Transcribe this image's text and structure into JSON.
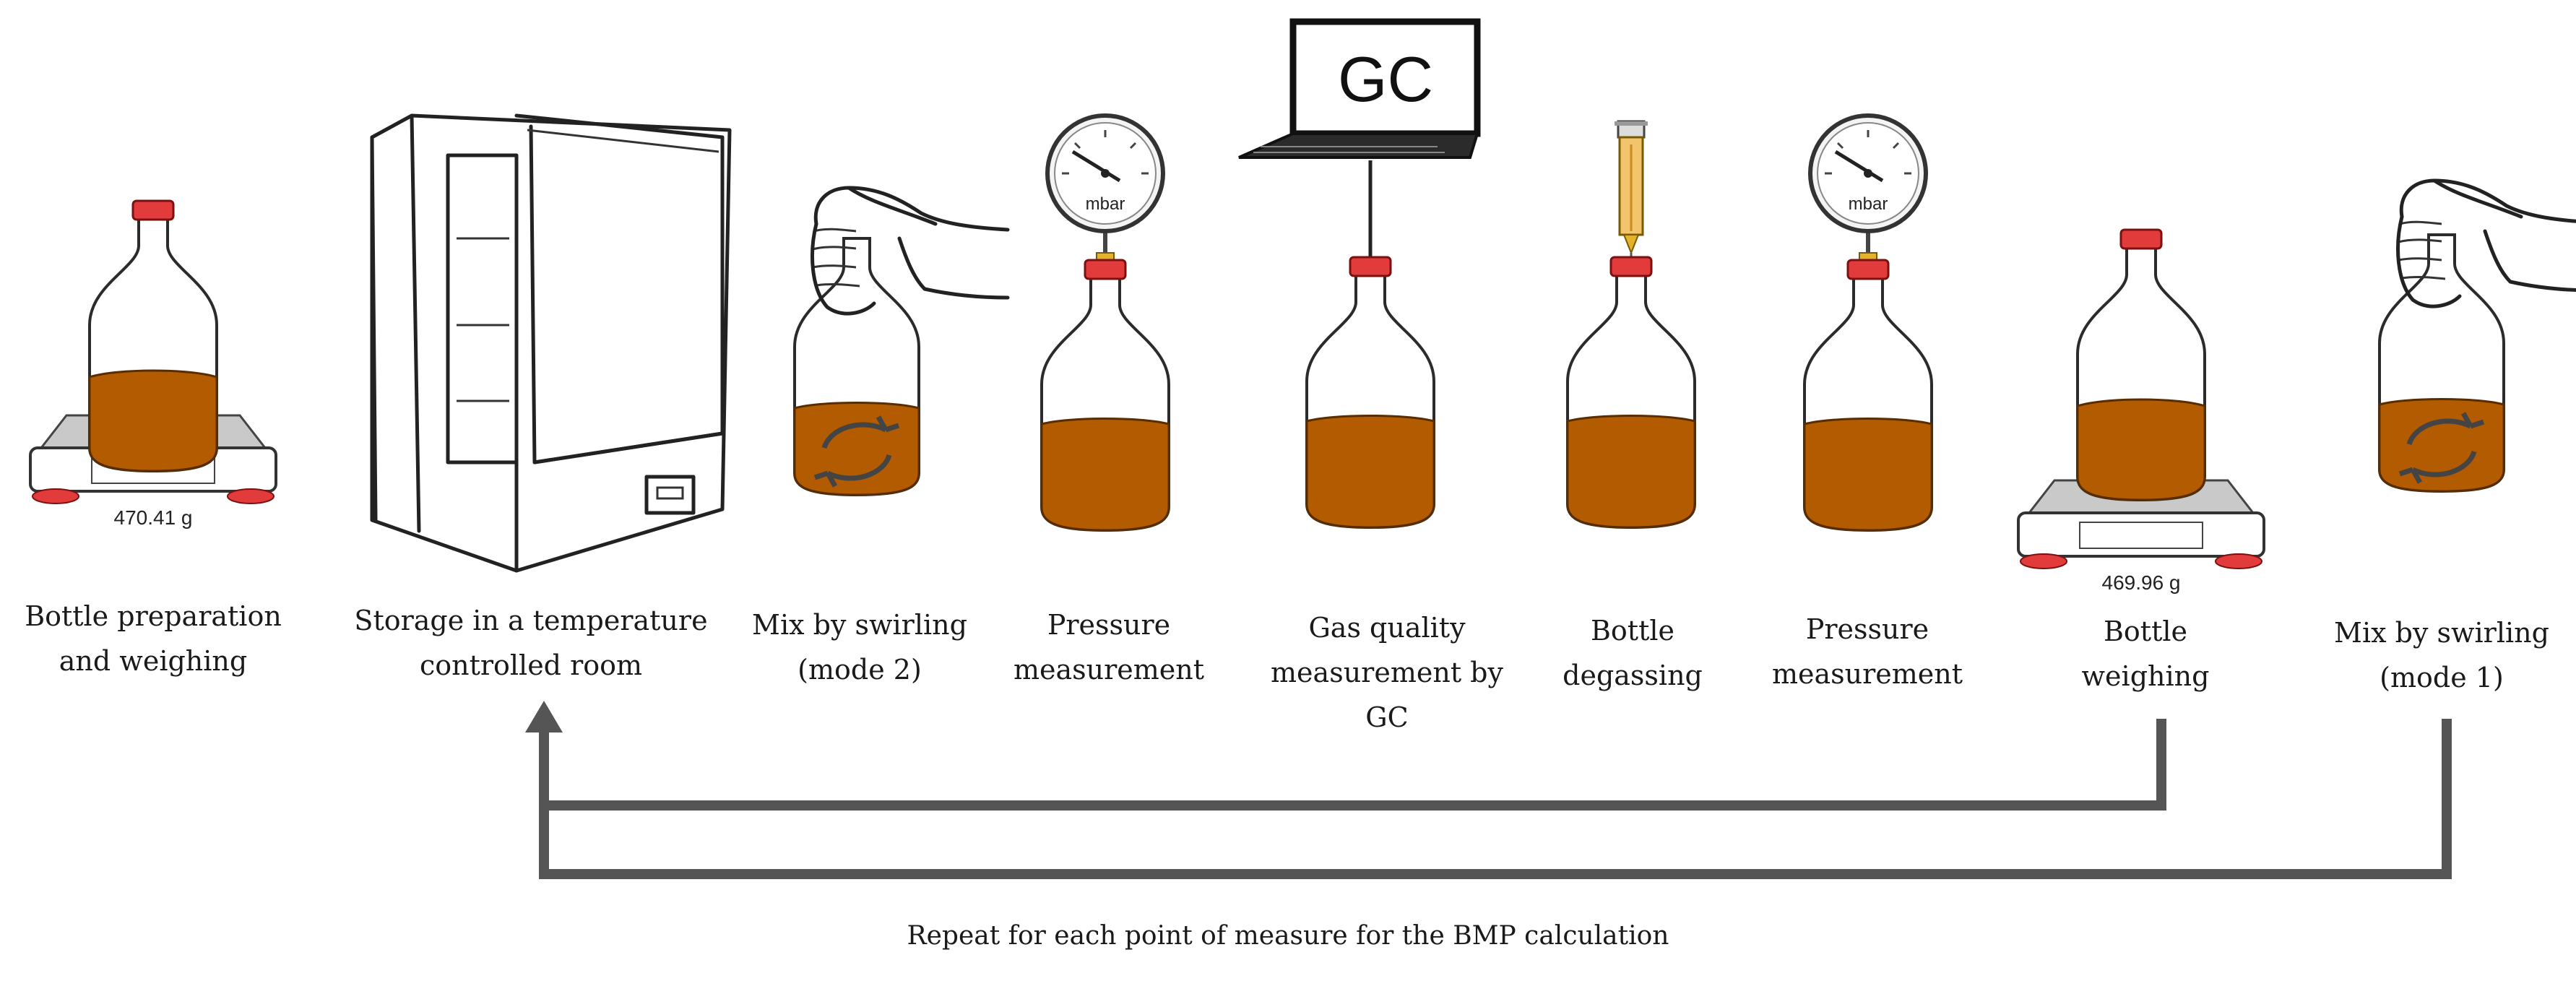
{
  "steps": [
    {
      "label": "Bottle preparation\nand weighing",
      "scale_reading": "470.41 g"
    },
    {
      "label": "Storage in a temperature\ncontrolled room"
    },
    {
      "label": "Mix by swirling\n(mode 2)"
    },
    {
      "label": "Pressure\nmeasurement",
      "gauge_unit": "mbar"
    },
    {
      "label": "Gas quality\nmeasurement by GC",
      "screen_text": "GC"
    },
    {
      "label": "Bottle\ndegassing"
    },
    {
      "label": "Pressure\nmeasurement",
      "gauge_unit": "mbar"
    },
    {
      "label": "Bottle\nweighing",
      "scale_reading": "469.96 g"
    },
    {
      "label": "Mix by swirling\n(mode 1)"
    }
  ],
  "footer": "Repeat for each point of measure for the BMP calculation",
  "colors": {
    "liquid": "#b35b00",
    "cap": "#e23b3b",
    "scale_feet": "#e23b3b",
    "arrow": "#555555",
    "ink": "#222222"
  }
}
